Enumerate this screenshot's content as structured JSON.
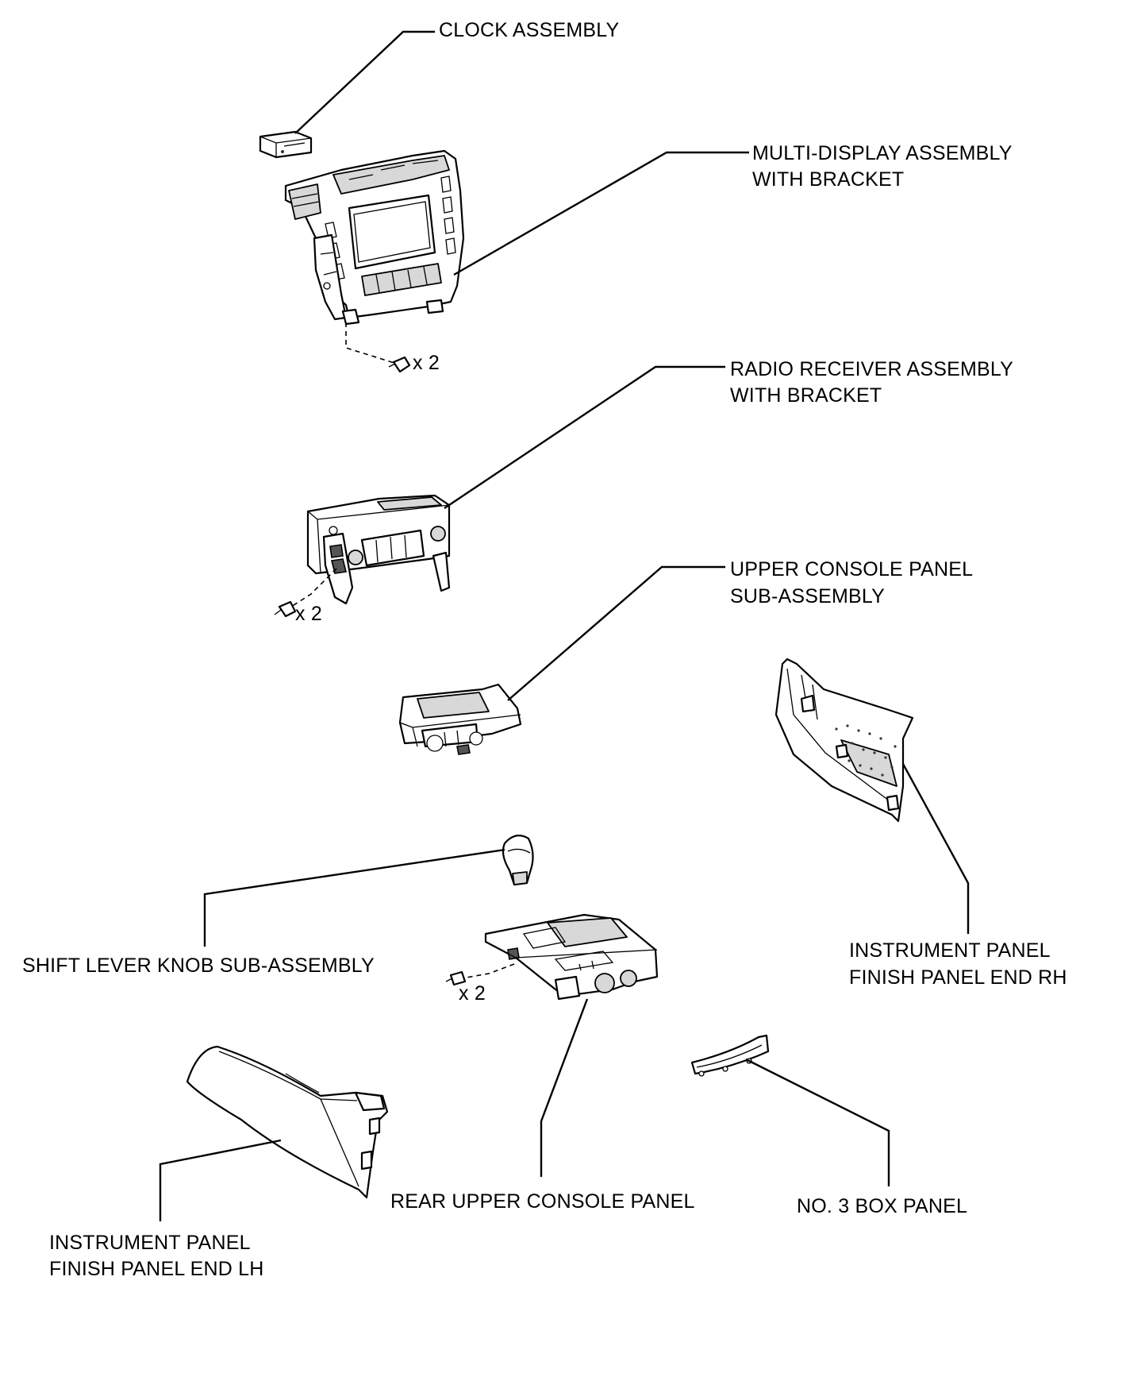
{
  "diagram": {
    "labels": {
      "clock": "CLOCK ASSEMBLY",
      "multi_display_1": "MULTI-DISPLAY ASSEMBLY",
      "multi_display_2": "WITH BRACKET",
      "radio_1": "RADIO RECEIVER ASSEMBLY",
      "radio_2": "WITH BRACKET",
      "upper_console_1": "UPPER CONSOLE PANEL",
      "upper_console_2": "SUB-ASSEMBLY",
      "finish_rh_1": "INSTRUMENT PANEL",
      "finish_rh_2": "FINISH PANEL END RH",
      "shift_knob": "SHIFT LEVER KNOB SUB-ASSEMBLY",
      "rear_console": "REAR UPPER CONSOLE PANEL",
      "box_panel": "NO. 3 BOX PANEL",
      "finish_lh_1": "INSTRUMENT PANEL",
      "finish_lh_2": "FINISH PANEL END LH"
    },
    "quantities": {
      "multi_display_screws": "x 2",
      "radio_screws": "x 2",
      "rear_console_screws": "x 2"
    }
  }
}
